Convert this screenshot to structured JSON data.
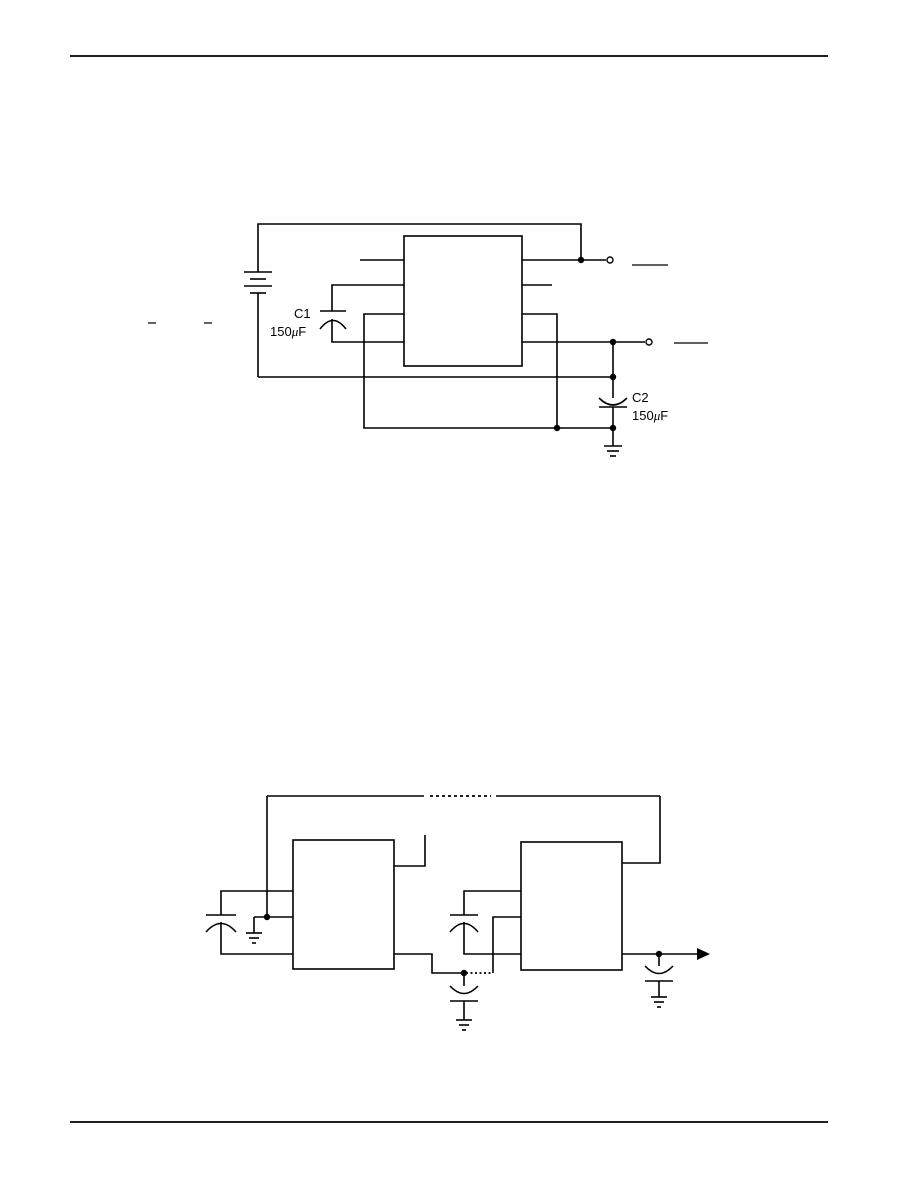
{
  "figure1": {
    "c1_name": "C1",
    "c1_value_num": "150",
    "c1_value_mu": "μ",
    "c1_value_unit": "F",
    "c2_name": "C2",
    "c2_value_num": "150",
    "c2_value_mu": "μ",
    "c2_value_unit": "F"
  }
}
